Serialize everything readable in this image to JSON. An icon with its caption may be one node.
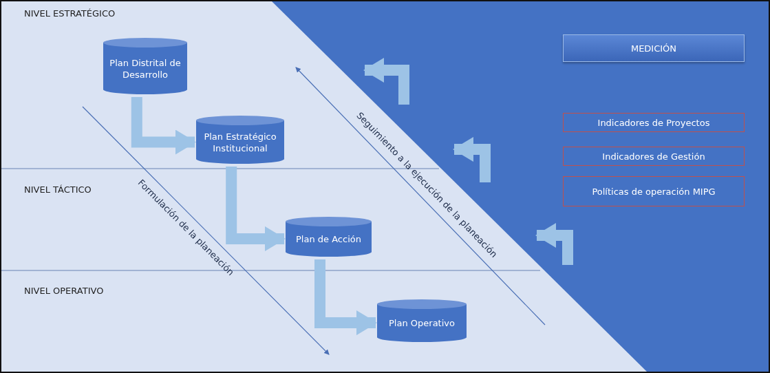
{
  "diagram": {
    "nodes": [
      {
        "text": [
          "Plan Distrital de Desarrollo"
        ]
      },
      {
        "text": [
          "Plan Estratégico Institucional"
        ]
      },
      {
        "text": [
          "Plan de Acción"
        ]
      },
      {
        "text": [
          "Plan Operativo"
        ]
      },
      {
        "text": [
          "MEDICIÓN"
        ]
      },
      {
        "text": [
          "Indicadores de Proyectos"
        ]
      },
      {
        "text": [
          "Indicadores de Gestión"
        ]
      },
      {
        "text": [
          "Políticas de operación MIPG"
        ]
      }
    ],
    "edges": [
      {
        "from": 0,
        "to": 1,
        "arrow": "to"
      },
      {
        "from": 1,
        "to": 2,
        "arrow": "to"
      },
      {
        "from": 2,
        "to": 3,
        "arrow": "to"
      }
    ],
    "labels": [
      "NIVEL ESTRATÉGICO",
      "Seguimiento a la ejecución de la planeación",
      "NIVEL TÁCTICO",
      "Formulación de la planeación",
      "NIVEL OPERATIVO"
    ]
  }
}
